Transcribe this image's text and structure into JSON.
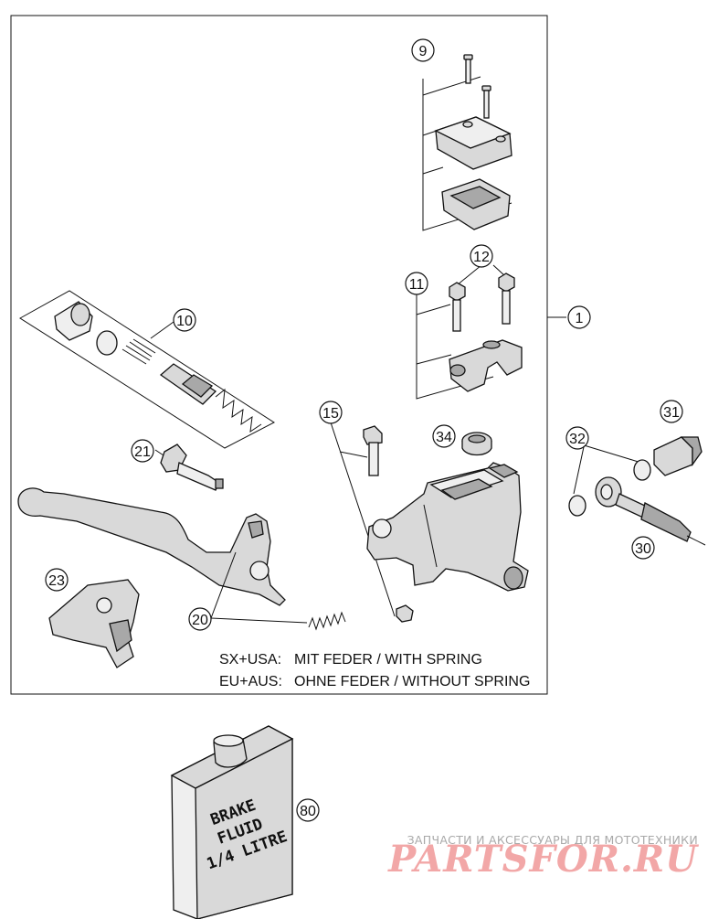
{
  "callouts": {
    "c1": "1",
    "c9": "9",
    "c10": "10",
    "c11": "11",
    "c12": "12",
    "c15": "15",
    "c20": "20",
    "c21": "21",
    "c23": "23",
    "c30": "30",
    "c31": "31",
    "c32": "32",
    "c34": "34",
    "c80": "80"
  },
  "notes": {
    "line1_label": "SX+USA:",
    "line1_text": "MIT FEDER / WITH SPRING",
    "line2_label": "EU+AUS:",
    "line2_text": "OHNE FEDER / WITHOUT SPRING"
  },
  "bottle": {
    "line1": "BRAKE",
    "line2": "FLUID",
    "line3": "1/4 LITRE"
  },
  "watermark": {
    "tagline": "ЗАПЧАСТИ И АКСЕССУАРЫ ДЛЯ МОТОТЕХНИКИ",
    "logo": "PARTSFOR.RU"
  }
}
